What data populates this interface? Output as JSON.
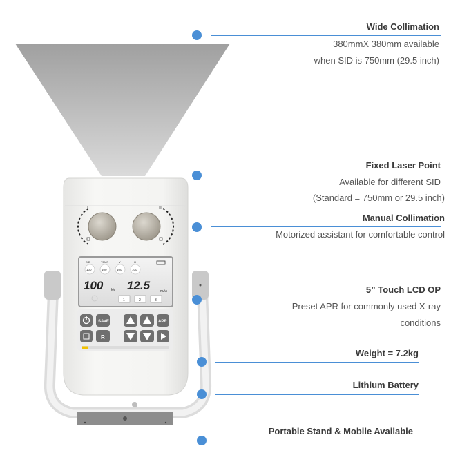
{
  "features": [
    {
      "title": "Wide Collimation",
      "lines": [
        "380mmX 380mm available",
        "when SID is 750mm (29.5 inch)"
      ]
    },
    {
      "title": "Fixed Laser Point",
      "lines": [
        "Available for different SID",
        "(Standard = 750mm or 29.5 inch)"
      ]
    },
    {
      "title": "Manual Collimation",
      "lines": [
        "Motorized assistant for comfortable control"
      ]
    },
    {
      "title": "5” Touch LCD OP",
      "lines": [
        "Preset APR for commonly used X-ray",
        "conditions"
      ]
    },
    {
      "title": "Weight = 7.2kg",
      "lines": []
    },
    {
      "title": "Lithium Battery",
      "lines": []
    },
    {
      "title": "Portable Stand & Mobile Available",
      "lines": []
    }
  ],
  "device": {
    "screen": {
      "labels": [
        "SID",
        "TEMP",
        "V",
        "H"
      ],
      "readings": [
        "100",
        "100",
        "100",
        "100"
      ],
      "kv_value": "100",
      "kv_unit": "kV",
      "mas_value": "12.5",
      "mas_unit": "mAs",
      "presets": [
        "1",
        "2",
        "3"
      ]
    },
    "buttons": {
      "save": "SAVE",
      "apr": "APR",
      "r": "R"
    },
    "knob_marks": [
      "I",
      "II"
    ]
  },
  "colors": {
    "accent": "#4a8fd6",
    "device_body": "#f2f2f0",
    "beam": "#a9a9a9"
  }
}
